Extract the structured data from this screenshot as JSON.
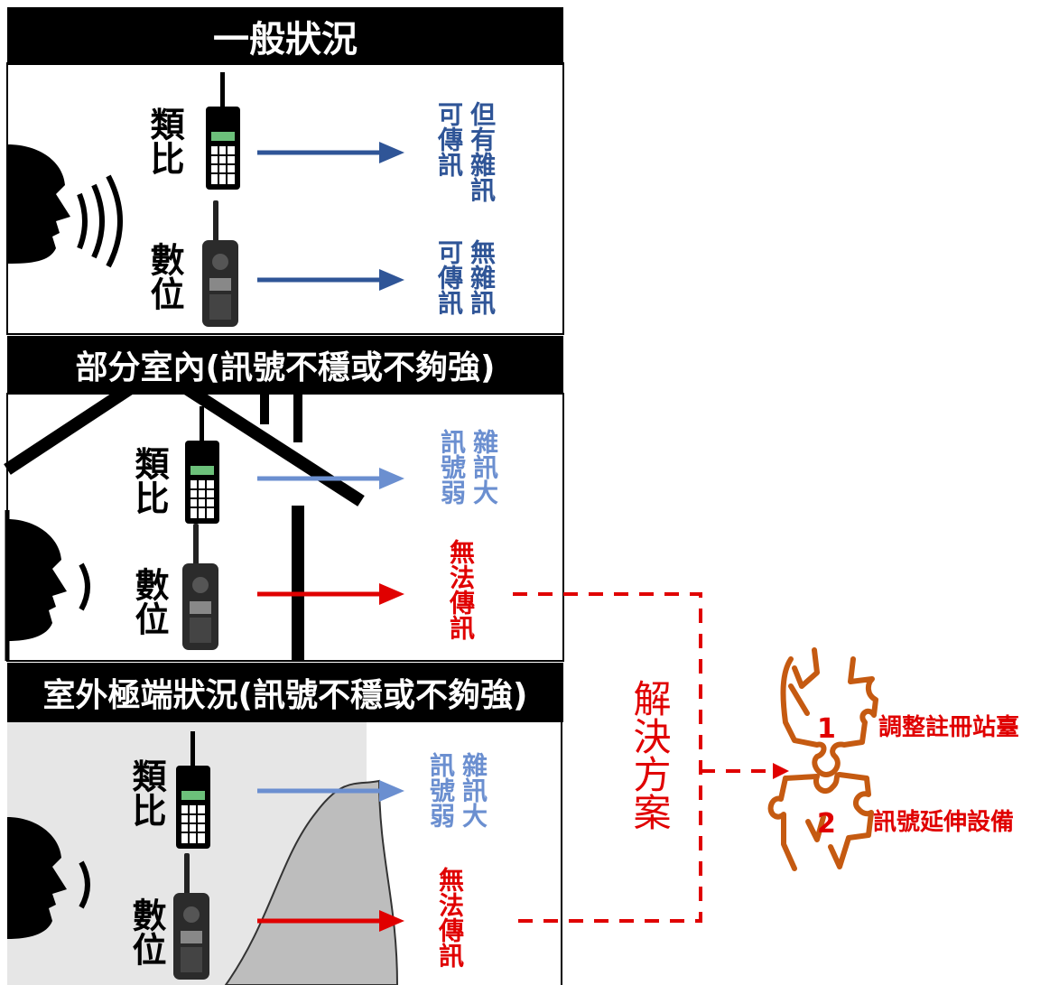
{
  "sections": [
    {
      "title": "一般狀況"
    },
    {
      "title": "部分室內(訊號不穩或不夠強)"
    },
    {
      "title": "室外極端狀況(訊號不穩或不夠強)"
    }
  ],
  "labels": {
    "analog": "類比",
    "digital": "數位"
  },
  "results": {
    "s1_analog_a": "可傳訊",
    "s1_analog_b": "但有雜訊",
    "s1_digital_a": "可傳訊",
    "s1_digital_b": "無雜訊",
    "s2_analog_a": "訊號弱",
    "s2_analog_b": "雜訊大",
    "s2_digital": "無法傳訊",
    "s3_analog_a": "訊號弱",
    "s3_analog_b": "雜訊大",
    "s3_digital": "無法傳訊"
  },
  "solution": {
    "title": "解決方案",
    "items": [
      {
        "number": "1",
        "label": "調整註冊站臺"
      },
      {
        "number": "2",
        "label": "訊號延伸設備"
      }
    ]
  },
  "colors": {
    "header_bg": "#000000",
    "arrow_normal": "#2f5597",
    "arrow_weak": "#6b8fd0",
    "arrow_fail": "#e00000",
    "puzzle": "#c55a11"
  }
}
